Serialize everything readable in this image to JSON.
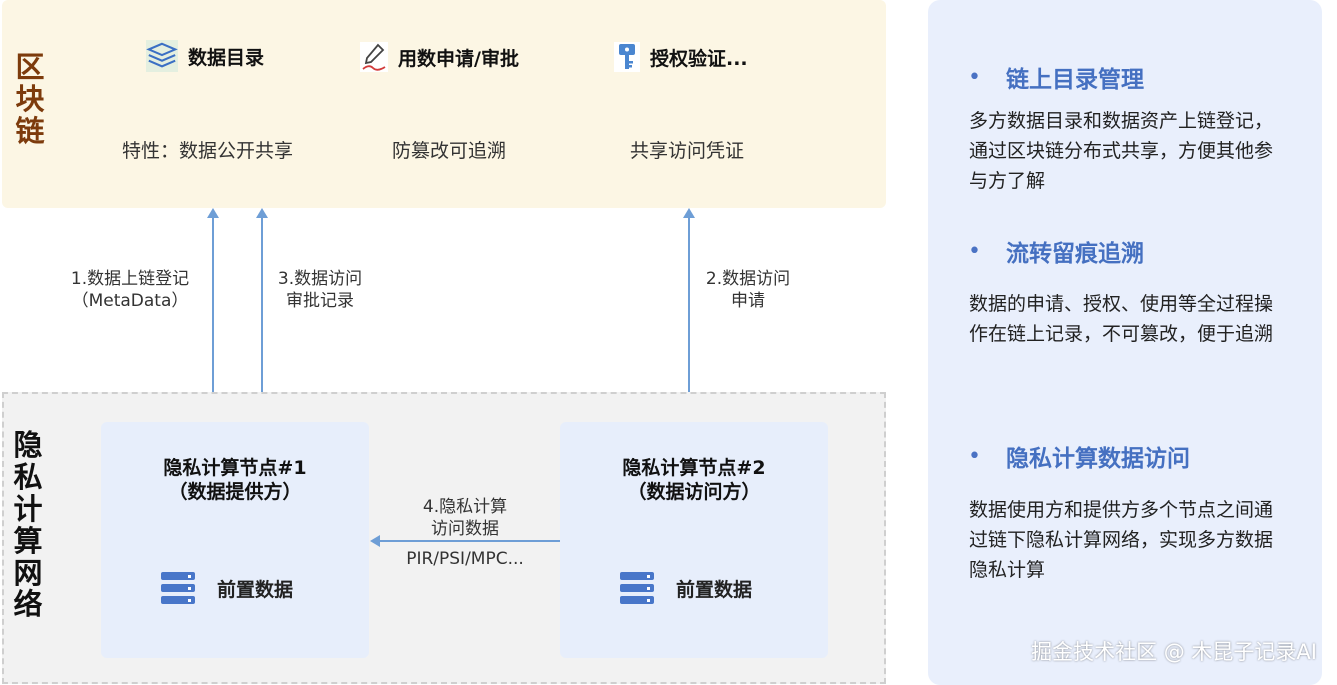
{
  "blockchain": {
    "side_title": "区块链",
    "features": [
      {
        "icon": "layers-icon",
        "label": "数据目录",
        "sub": "特性：数据公开共享"
      },
      {
        "icon": "pen-sign-icon",
        "label": "用数申请/审批",
        "sub": "防篡改可追溯"
      },
      {
        "icon": "key-icon",
        "label": "授权验证...",
        "sub": "共享访问凭证"
      }
    ]
  },
  "edges": {
    "e1": {
      "line1": "1.数据上链登记",
      "line2": "（MetaData）"
    },
    "e3": {
      "line1": "3.数据访问",
      "line2": "审批记录"
    },
    "e2": {
      "line1": "2.数据访问",
      "line2": "申请"
    },
    "e4": {
      "line1": "4.隐私计算",
      "line2": "访问数据",
      "line3": "PIR/PSI/MPC..."
    }
  },
  "privacy_network": {
    "side_title": "隐私计算网络",
    "nodes": [
      {
        "title1": "隐私计算节点#1",
        "title2": "（数据提供方）",
        "data_label": "前置数据"
      },
      {
        "title1": "隐私计算节点#2",
        "title2": "（数据访问方）",
        "data_label": "前置数据"
      }
    ]
  },
  "right_panel": {
    "sections": [
      {
        "title": "链上目录管理",
        "desc": "多方数据目录和数据资产上链登记，通过区块链分布式共享，方便其他参与方了解"
      },
      {
        "title": "流转留痕追溯",
        "desc": "数据的申请、授权、使用等全过程操作在链上记录，不可篡改，便于追溯"
      },
      {
        "title": "隐私计算数据访问",
        "desc": "数据使用方和提供方多个节点之间通过链下隐私计算网络，实现多方数据隐私计算"
      }
    ],
    "bullet": "•"
  },
  "watermark": "掘金技术社区 @ 木昆子记录AI",
  "colors": {
    "chain_bg": "#fcf6e4",
    "chain_title": "#7d3b0c",
    "arrow": "#6e9ed6",
    "node_bg": "#e7eefb",
    "right_bg": "#e9effc",
    "right_title": "#4570c1",
    "db_icon": "#4876c9"
  }
}
